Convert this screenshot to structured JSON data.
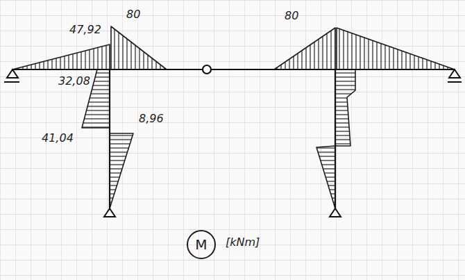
{
  "diagram": {
    "nodes": [
      {
        "text": [
          "M"
        ]
      }
    ],
    "labels": [
      "47,92",
      "80",
      "80",
      "32,08",
      "41,04",
      "8,96",
      "[kNm]"
    ]
  }
}
